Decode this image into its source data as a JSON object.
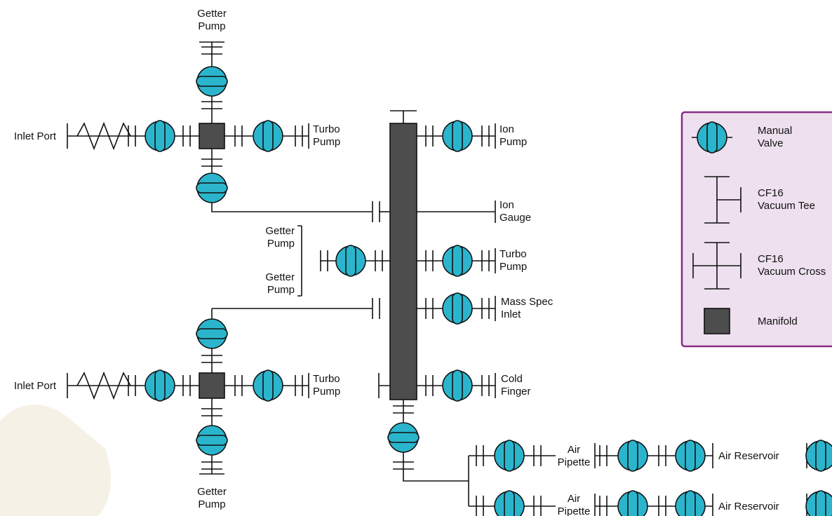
{
  "colors": {
    "valve": "#2bb5cd",
    "manifold": "#4d4d4d",
    "legend_border": "#8a2b86",
    "legend_fill": "#eee0ee"
  },
  "labels": {
    "getter_top": [
      "Getter",
      "Pump"
    ],
    "inlet_top": "Inlet Port",
    "turbo_top": [
      "Turbo",
      "Pump"
    ],
    "ion_pump": [
      "Ion",
      "Pump"
    ],
    "ion_gauge": [
      "Ion",
      "Gauge"
    ],
    "getter_mid1": [
      "Getter",
      "Pump"
    ],
    "getter_mid2": [
      "Getter",
      "Pump"
    ],
    "turbo_mid": [
      "Turbo",
      "Pump"
    ],
    "mass_spec": [
      "Mass Spec",
      "Inlet"
    ],
    "inlet_bottom": "Inlet Port",
    "turbo_bottom": [
      "Turbo",
      "Pump"
    ],
    "cold_finger": [
      "Cold",
      "Finger"
    ],
    "getter_bottom": [
      "Getter",
      "Pump"
    ],
    "air_pipette_1": [
      "Air",
      "Pipette"
    ],
    "air_pipette_2": [
      "Air",
      "Pipette"
    ],
    "air_reservoir_1": "Air Reservoir",
    "air_reservoir_2": "Air Reservoir"
  },
  "legend": {
    "valve": [
      "Manual",
      "Valve"
    ],
    "tee": [
      "CF16",
      "Vacuum Tee"
    ],
    "cross": [
      "CF16",
      "Vacuum Cross"
    ],
    "manifold": "Manifold"
  }
}
